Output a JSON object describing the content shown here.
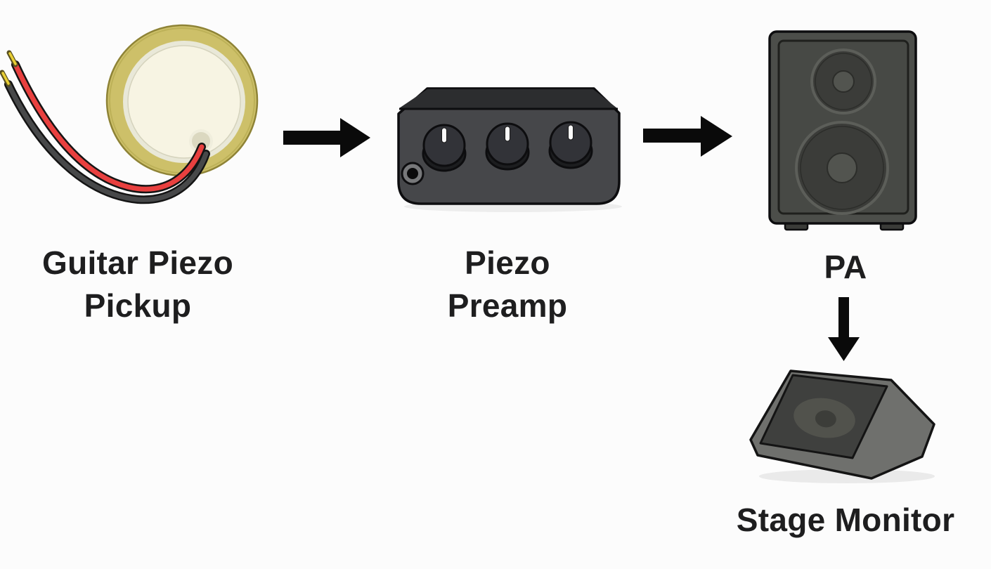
{
  "diagram": {
    "background": "#fcfcfc",
    "text_color": "#1e1e1f",
    "nodes": [
      {
        "id": "pickup",
        "label": "Guitar Piezo Pickup",
        "label_lines": [
          "Guitar Piezo",
          "Pickup"
        ],
        "illustration": "piezo-disc-with-red-and-black-wires"
      },
      {
        "id": "preamp",
        "label": "Piezo Preamp",
        "label_lines": [
          "Piezo",
          "Preamp"
        ],
        "illustration": "black-preamp-box-three-knobs-input-jack"
      },
      {
        "id": "pa",
        "label": "PA",
        "label_lines": [
          "PA"
        ],
        "illustration": "pa-speaker-cabinet-two-drivers"
      },
      {
        "id": "monitor",
        "label": "Stage Monitor",
        "label_lines": [
          "Stage Monitor"
        ],
        "illustration": "wedge-stage-monitor-speaker"
      }
    ],
    "arrows": [
      {
        "from": "pickup",
        "to": "preamp",
        "direction": "right"
      },
      {
        "from": "preamp",
        "to": "pa",
        "direction": "right"
      },
      {
        "from": "pa",
        "to": "monitor",
        "direction": "down"
      }
    ],
    "colors": {
      "arrow": "#0a0a0a",
      "brass_disc": "#cdc069",
      "ceramic_disc": "#f7f4e3",
      "solder_ring": "#e9e8d8",
      "wire_red": "#e8403f",
      "wire_black": "#474849",
      "wire_tip_yellow": "#e9cf35",
      "preamp_body": "#46474a",
      "preamp_lid": "#2c2d2f",
      "knob": "#323338",
      "knob_tick": "#fafafa",
      "cabinet_body": "#4c4e4a",
      "speaker_cone": "#3b3c39",
      "monitor_body": "#6f706d",
      "monitor_face": "#3f403e"
    }
  }
}
